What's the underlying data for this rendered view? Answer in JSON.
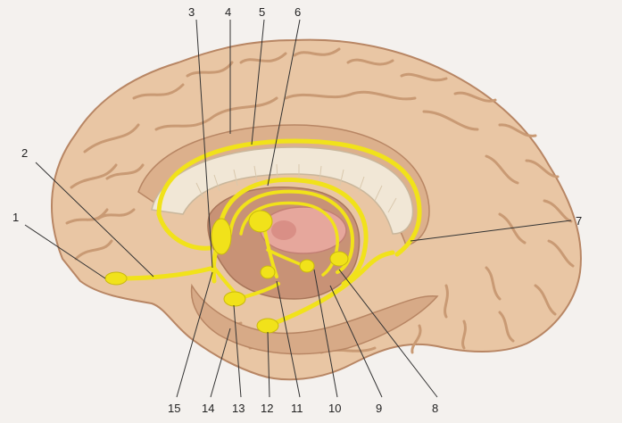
{
  "figure": {
    "labels": {
      "l1": "1",
      "l2": "2",
      "l3": "3",
      "l4": "4",
      "l5": "5",
      "l6": "6",
      "l7": "7",
      "l8": "8",
      "l9": "9",
      "l10": "10",
      "l11": "11",
      "l12": "12",
      "l13": "13",
      "l14": "14",
      "l15": "15"
    },
    "colors": {
      "brain": "#e9c6a4",
      "gyri_shadow": "#c99a74",
      "white_matter": "#f1e7d6",
      "pathway": "#f1e21a",
      "thalamus": "#e6a79c",
      "leader": "#333333"
    }
  }
}
